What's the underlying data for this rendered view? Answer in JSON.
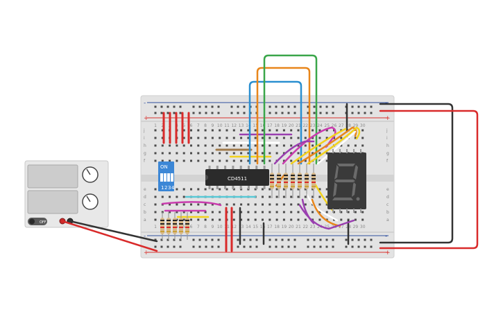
{
  "chip": {
    "label": "CD4511"
  },
  "dip_switch": {
    "on_label": "ON",
    "numbers": [
      "1",
      "2",
      "3",
      "4"
    ]
  },
  "power_supply": {
    "switch_label": "OFF"
  },
  "breadboard": {
    "row_letters_top": [
      "j",
      "i",
      "h",
      "g",
      "f"
    ],
    "row_letters_bottom": [
      "e",
      "d",
      "c",
      "b",
      "a"
    ],
    "column_numbers": [
      "1",
      "2",
      "3",
      "4",
      "5",
      "6",
      "7",
      "8",
      "9",
      "10",
      "11",
      "12",
      "13",
      "14",
      "15",
      "16",
      "17",
      "18",
      "19",
      "20",
      "21",
      "22",
      "23",
      "24",
      "25",
      "26",
      "27",
      "28",
      "29",
      "30"
    ],
    "rail_plus": "+",
    "rail_minus": "-"
  },
  "colors": {
    "board": "#e3e3e3",
    "rail_red": "#d9302c",
    "rail_blue": "#2f4f9f",
    "wire_black": "#333333",
    "wire_red": "#d92a2a",
    "wire_green": "#3aa64a",
    "wire_orange": "#e8861a",
    "wire_blue": "#2a8fd0",
    "wire_purple": "#9a3fb0",
    "wire_yellow": "#f2d21c",
    "wire_magenta": "#c93cae",
    "switch_blue": "#3c87d6",
    "display_body": "#3a3a3a"
  }
}
